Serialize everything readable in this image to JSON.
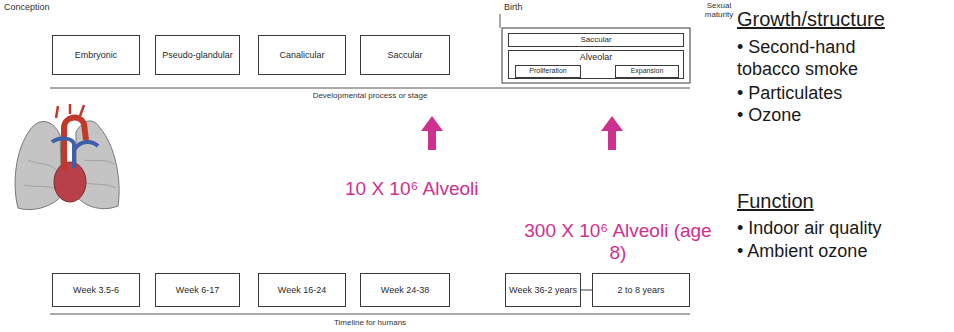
{
  "diagram": {
    "nodes": [
      {
        "text": [
          "Embryonic"
        ]
      },
      {
        "text": [
          "Pseudo-glandular"
        ]
      },
      {
        "text": [
          "Canalicular"
        ]
      },
      {
        "text": [
          "Saccular"
        ]
      },
      {
        "text": [
          "Saccular"
        ]
      },
      {
        "text": [
          "Alveolar"
        ]
      },
      {
        "text": [
          "Proliferation"
        ],
        "in": 5
      },
      {
        "text": [
          "Expansion"
        ],
        "in": 5
      },
      {
        "text": [
          "Week 3.5-6"
        ]
      },
      {
        "text": [
          "Week 6-17"
        ]
      },
      {
        "text": [
          "Week 16-24"
        ]
      },
      {
        "text": [
          "Week 24-38"
        ]
      },
      {
        "text": [
          "Week 36-2 years"
        ]
      },
      {
        "text": [
          "2 to 8 years"
        ]
      }
    ],
    "edges": [
      {
        "from": 6,
        "to": 7,
        "arrow": "none"
      },
      {
        "from": 12,
        "to": 13,
        "arrow": "none"
      }
    ],
    "labels": [
      "Conception",
      "Birth",
      "Sexual maturity",
      "Developmental process or stage",
      "10 X 10⁶ Alveoli",
      "300 X 10⁶ Alveoli (age 8)",
      "Timeline for humans",
      "Growth/structure",
      "• Second-hand tobacco smoke",
      "• Particulates",
      "• Ozone",
      "Function",
      "• Indoor air quality",
      "• Ambient ozone"
    ]
  }
}
